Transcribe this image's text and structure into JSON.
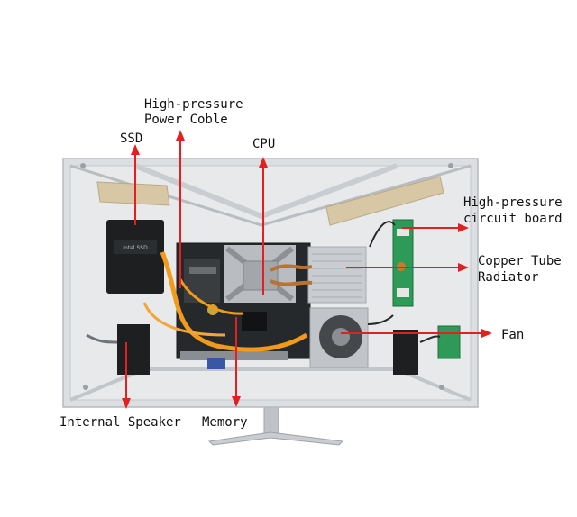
{
  "labels": {
    "hp_cable_line1": "High-pressure",
    "hp_cable_line2": "Power Coble",
    "ssd": "SSD",
    "cpu": "CPU",
    "hp_board_line1": "High-pressure",
    "hp_board_line2": "circuit board",
    "copper_line1": "Copper Tube",
    "copper_line2": "Radiator",
    "fan": "Fan",
    "speaker": "Internal Speaker",
    "memory": "Memory"
  },
  "colors": {
    "arrow": "#e41f1f",
    "chassis": "#d9dcdf",
    "chassis_edge": "#b5b9bd",
    "cable_orange": "#f29a1a",
    "pcb_green": "#2e9a57",
    "heatsink": "#c9ccd0",
    "dark_component": "#1d1f21",
    "label_text": "#111111"
  }
}
